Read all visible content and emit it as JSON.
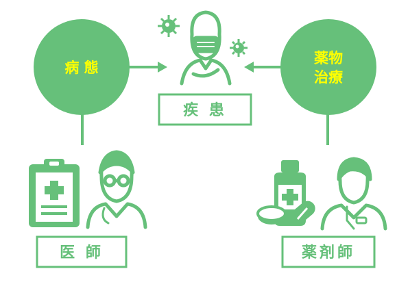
{
  "colors": {
    "primary": "#66C07A",
    "highlight": "#FFFF00",
    "background": "#FFFFFF"
  },
  "nodes": {
    "condition": {
      "label": "病 態"
    },
    "drug_therapy": {
      "line1": "薬物",
      "line2": "治療"
    },
    "patient": {
      "label": "疾 患",
      "icon": "masked-patient-icon"
    },
    "doctor": {
      "label": "医 師",
      "icons": [
        "clipboard-icon",
        "doctor-icon"
      ]
    },
    "pharmacist": {
      "label": "薬剤師",
      "icons": [
        "medicine-bottle-icon",
        "pills-icon",
        "pharmacist-icon"
      ]
    }
  },
  "decor": {
    "icons": [
      "virus-icon",
      "virus-icon"
    ]
  }
}
